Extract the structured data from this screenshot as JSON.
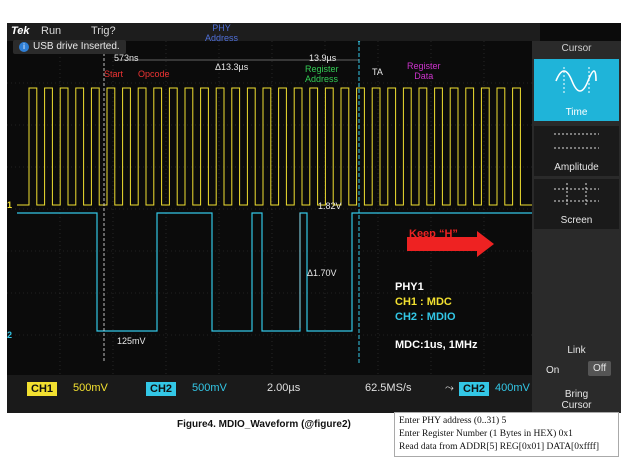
{
  "app": {
    "brand": "Tek",
    "run_state": "Run",
    "trigger": "Trig?"
  },
  "notice": "USB drive Inserted.",
  "annotations": {
    "phy_address": [
      "PHY",
      "Address"
    ],
    "start": "Start",
    "opcode": "Opcode",
    "reg_address": [
      "Register",
      "Address"
    ],
    "ta": "TA",
    "reg_data": [
      "Register",
      "Data"
    ],
    "t_573": "573ns",
    "t_133": "Δ13.3µs",
    "t_139": "13.9µs",
    "v_182": "1.82V",
    "v_170": "Δ1.70V",
    "v_125": "125mV",
    "keep_h": "Keep “H”",
    "phy1": "PHY1",
    "ch1_label": "CH1 : MDC",
    "ch2_label": "CH2 : MDIO",
    "mdc": "MDC:1us, 1MHz"
  },
  "markers": {
    "ch1": "1",
    "ch2": "2"
  },
  "side": {
    "header": "Cursor",
    "buttons": [
      "Time",
      "Amplitude",
      "Screen"
    ],
    "link_label": "Link",
    "link_on": "On",
    "link_off": "Off",
    "bring": [
      "Bring",
      "Cursor"
    ]
  },
  "bottom": {
    "ch1": "CH1",
    "ch1_scale": "500mV",
    "ch2": "CH2",
    "ch2_scale": "500mV",
    "timebase": "2.00µs",
    "sample_rate": "62.5MS/s",
    "trig_ch": "CH2",
    "trig_level": "400mV"
  },
  "caption": "Figure4. MDIO_Waveform (@figure2)",
  "serial": [
    "Enter PHY address (0..31) 5",
    "Enter Register Number (1 Bytes in HEX) 0x1",
    "Read data from ADDR[5] REG[0x01] DATA[0xffff]"
  ],
  "colors": {
    "ch1": "#f2e030",
    "ch2": "#33c7e6",
    "accent": "#1fb4d9",
    "arrow": "#ee2222"
  }
}
